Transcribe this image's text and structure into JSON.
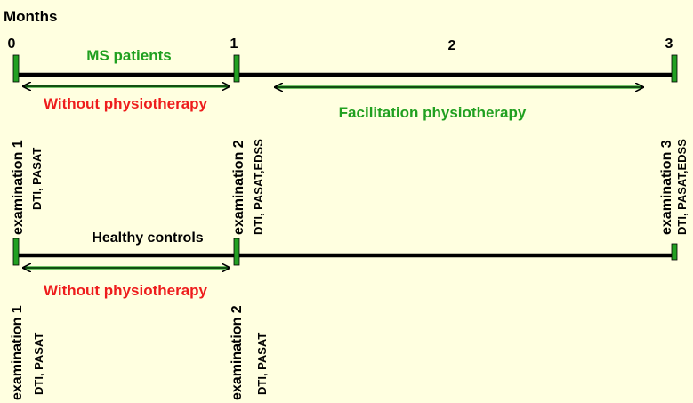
{
  "header": {
    "title": "Months"
  },
  "months": {
    "m0": "0",
    "m1": "1",
    "m2": "2",
    "m3": "3"
  },
  "ms": {
    "group_label": "MS patients",
    "phase1_label": "Without physiotherapy",
    "phase2_label": "Facilitation physiotherapy",
    "exam1": {
      "label": "examination 1",
      "tests": "DTI, PASAT"
    },
    "exam2": {
      "label": "examination 2",
      "tests": "DTI, PASAT,EDSS"
    },
    "exam3": {
      "label": "examination 3",
      "tests": "DTI, PASAT,EDSS"
    }
  },
  "hc": {
    "group_label": "Healthy controls",
    "phase1_label": "Without physiotherapy",
    "exam1": {
      "label": "examination 1",
      "tests": "DTI, PASAT"
    },
    "exam2": {
      "label": "examination 2",
      "tests": "DTI, PASAT"
    }
  },
  "colors": {
    "background": "#ffffe0",
    "timeline": "#000000",
    "marker": "#22a022",
    "group_ms": "#20a020",
    "phase_without": "#ee1c1c",
    "phase_facilitation": "#20a020",
    "text": "#000000"
  }
}
